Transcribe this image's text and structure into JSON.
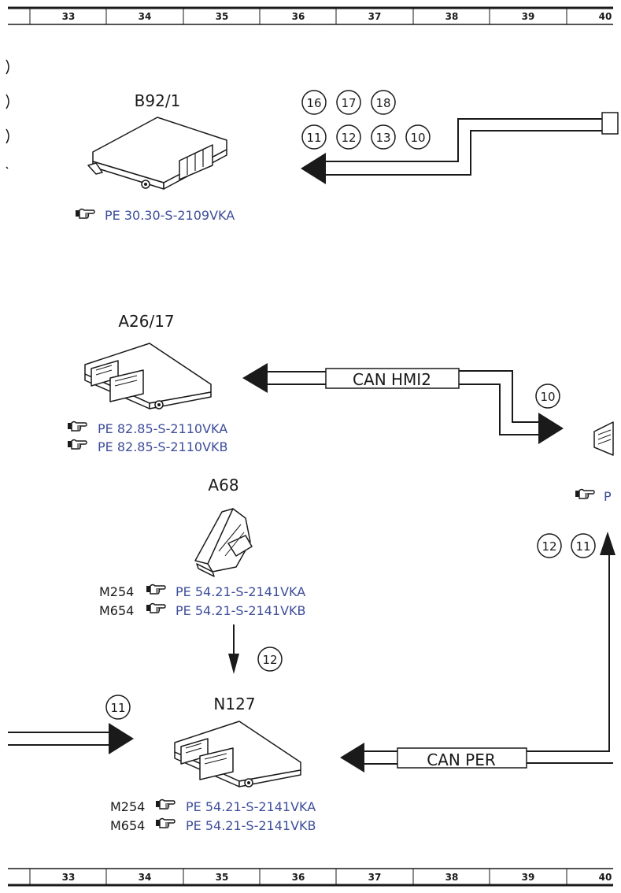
{
  "ruler": {
    "columns": [
      "33",
      "34",
      "35",
      "36",
      "37",
      "38",
      "39",
      "40"
    ]
  },
  "components": {
    "b92_1": {
      "label": "B92/1",
      "refs": [
        {
          "engine": "",
          "code": "PE 30.30-S-2109VKA"
        }
      ]
    },
    "a26_17": {
      "label": "A26/17",
      "refs": [
        {
          "engine": "",
          "code": "PE 82.85-S-2110VKA"
        },
        {
          "engine": "",
          "code": "PE 82.85-S-2110VKB"
        }
      ]
    },
    "a68": {
      "label": "A68",
      "refs": [
        {
          "engine": "M254",
          "code": "PE 54.21-S-2141VKA"
        },
        {
          "engine": "M654",
          "code": "PE 54.21-S-2141VKB"
        }
      ]
    },
    "n127": {
      "label": "N127",
      "refs": [
        {
          "engine": "M254",
          "code": "PE 54.21-S-2141VKA"
        },
        {
          "engine": "M654",
          "code": "PE 54.21-S-2141VKB"
        }
      ]
    },
    "partial_right": {
      "ref_fragment": "P"
    }
  },
  "buses": {
    "can_hmi2": "CAN HMI2",
    "can_per": "CAN PER"
  },
  "circles": {
    "b92_top_row": [
      "16",
      "17",
      "18"
    ],
    "b92_bottom_row": [
      "11",
      "12",
      "13",
      "10"
    ],
    "hmi_branch": [
      "10"
    ],
    "right_vertical": [
      "12",
      "11"
    ],
    "a68_signal": [
      "12"
    ],
    "n127_left": [
      "11"
    ]
  },
  "colors": {
    "line": "#1a1a1a",
    "reference_link": "#3d4d9a"
  }
}
